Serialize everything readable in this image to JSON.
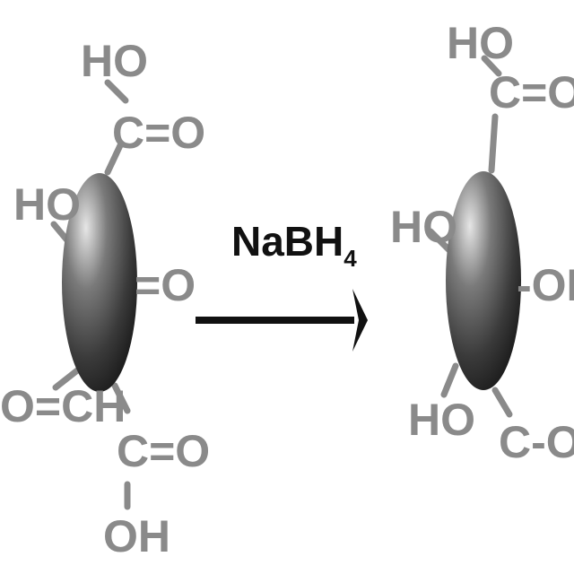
{
  "reactant": {
    "groups": {
      "top_oh": "HO",
      "top_co": "C=O",
      "left_ho": "HO",
      "right_o": "=O",
      "bottom_left": "O=CH",
      "bottom_co": "C=O",
      "bottom_oh": "OH"
    }
  },
  "reagent": {
    "main": "NaBH",
    "subscript": "4"
  },
  "product": {
    "groups": {
      "top_ho": "HO",
      "top_co": "C=O",
      "left_ho": "HO",
      "right_oh": "-OH",
      "bottom_ho": "HO",
      "bottom_coh": "C-OH"
    }
  },
  "colors": {
    "label_gray": "#8a8a8a",
    "sphere_light": "#d9d9d9",
    "sphere_dark": "#2a2a2a",
    "arrow": "#111111"
  },
  "icons": [
    "reactant-sphere",
    "product-sphere",
    "reaction-arrow"
  ]
}
